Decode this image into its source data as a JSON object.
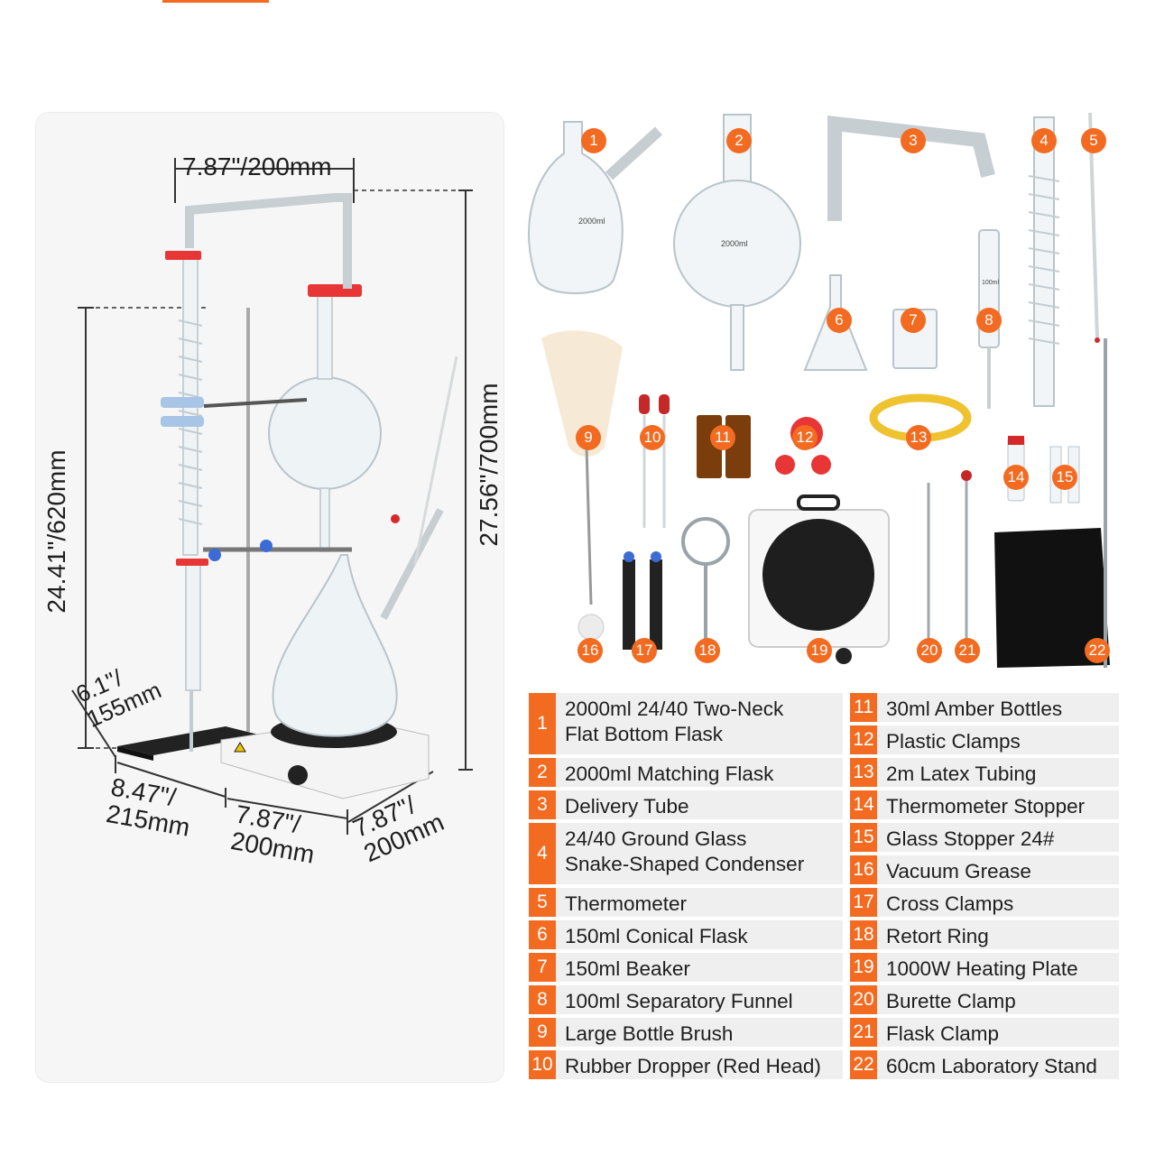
{
  "colors": {
    "accent": "#f26b21",
    "row_bg": "#efefef",
    "card_bg": "#f6f6f6"
  },
  "dimensions": {
    "top_width": "7.87\"/200mm",
    "stand_height": "24.41\"/620mm",
    "total_height": "27.56\"/700mm",
    "base_depth": "6.1\"/\n155mm",
    "base_width": "8.47\"/\n215mm",
    "plate_width": "7.87\"/\n200mm",
    "plate_depth": "7.87\"/\n200mm"
  },
  "parts": [
    {
      "num": "1",
      "label": "2000ml 24/40 Two-Neck\nFlat Bottom Flask"
    },
    {
      "num": "2",
      "label": "2000ml Matching Flask"
    },
    {
      "num": "3",
      "label": "Delivery Tube"
    },
    {
      "num": "4",
      "label": "24/40 Ground Glass\nSnake-Shaped Condenser"
    },
    {
      "num": "5",
      "label": "Thermometer"
    },
    {
      "num": "6",
      "label": "150ml Conical Flask"
    },
    {
      "num": "7",
      "label": "150ml Beaker"
    },
    {
      "num": "8",
      "label": "100ml Separatory Funnel"
    },
    {
      "num": "9",
      "label": "Large Bottle Brush"
    },
    {
      "num": "10",
      "label": "Rubber Dropper (Red Head)"
    },
    {
      "num": "11",
      "label": "30ml Amber Bottles"
    },
    {
      "num": "12",
      "label": "Plastic Clamps"
    },
    {
      "num": "13",
      "label": "2m Latex Tubing"
    },
    {
      "num": "14",
      "label": "Thermometer Stopper"
    },
    {
      "num": "15",
      "label": "Glass Stopper 24#"
    },
    {
      "num": "16",
      "label": "Vacuum Grease"
    },
    {
      "num": "17",
      "label": "Cross Clamps"
    },
    {
      "num": "18",
      "label": "Retort Ring"
    },
    {
      "num": "19",
      "label": "1000W Heating Plate"
    },
    {
      "num": "20",
      "label": "Burette Clamp"
    },
    {
      "num": "21",
      "label": "Flask Clamp"
    },
    {
      "num": "22",
      "label": "60cm Laboratory Stand"
    }
  ],
  "flask_markings": {
    "flask_1": "2000ml",
    "flask_2": "2000ml",
    "funnel": "100ml"
  }
}
